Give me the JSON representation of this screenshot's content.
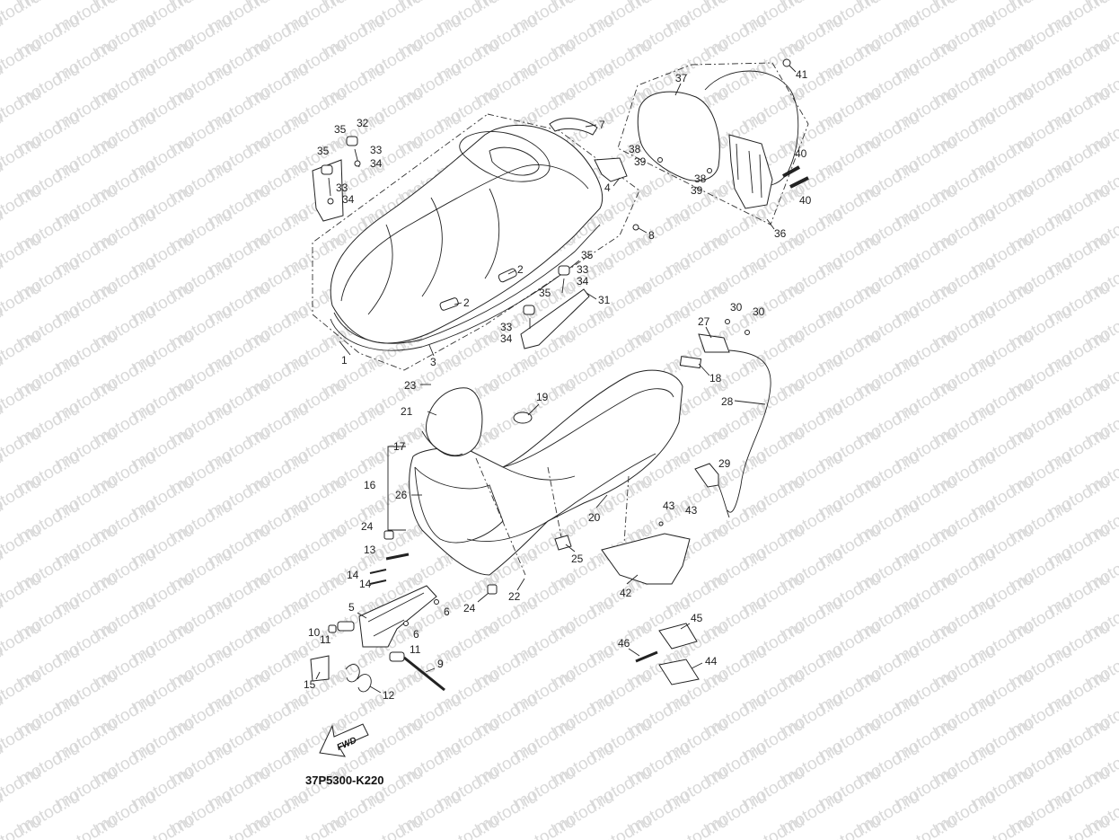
{
  "watermark": "motod.ru",
  "diagram_code": "37P5300-K220",
  "fwd_label": "FWD",
  "callouts": [
    {
      "id": "c1",
      "label": "1"
    },
    {
      "id": "c2a",
      "label": "2"
    },
    {
      "id": "c2b",
      "label": "2"
    },
    {
      "id": "c3",
      "label": "3"
    },
    {
      "id": "c4",
      "label": "4"
    },
    {
      "id": "c5",
      "label": "5"
    },
    {
      "id": "c6a",
      "label": "6"
    },
    {
      "id": "c6b",
      "label": "6"
    },
    {
      "id": "c7",
      "label": "7"
    },
    {
      "id": "c8",
      "label": "8"
    },
    {
      "id": "c9",
      "label": "9"
    },
    {
      "id": "c10",
      "label": "10"
    },
    {
      "id": "c11a",
      "label": "11"
    },
    {
      "id": "c11b",
      "label": "11"
    },
    {
      "id": "c12",
      "label": "12"
    },
    {
      "id": "c13",
      "label": "13"
    },
    {
      "id": "c14a",
      "label": "14"
    },
    {
      "id": "c14b",
      "label": "14"
    },
    {
      "id": "c15",
      "label": "15"
    },
    {
      "id": "c16",
      "label": "16"
    },
    {
      "id": "c17",
      "label": "17"
    },
    {
      "id": "c18",
      "label": "18"
    },
    {
      "id": "c19",
      "label": "19"
    },
    {
      "id": "c20",
      "label": "20"
    },
    {
      "id": "c21",
      "label": "21"
    },
    {
      "id": "c22",
      "label": "22"
    },
    {
      "id": "c23",
      "label": "23"
    },
    {
      "id": "c24a",
      "label": "24"
    },
    {
      "id": "c24b",
      "label": "24"
    },
    {
      "id": "c25",
      "label": "25"
    },
    {
      "id": "c26",
      "label": "26"
    },
    {
      "id": "c27",
      "label": "27"
    },
    {
      "id": "c28",
      "label": "28"
    },
    {
      "id": "c29",
      "label": "29"
    },
    {
      "id": "c30a",
      "label": "30"
    },
    {
      "id": "c30b",
      "label": "30"
    },
    {
      "id": "c31",
      "label": "31"
    },
    {
      "id": "c32",
      "label": "32"
    },
    {
      "id": "c33a",
      "label": "33"
    },
    {
      "id": "c33b",
      "label": "33"
    },
    {
      "id": "c33c",
      "label": "33"
    },
    {
      "id": "c33d",
      "label": "33"
    },
    {
      "id": "c34a",
      "label": "34"
    },
    {
      "id": "c34b",
      "label": "34"
    },
    {
      "id": "c34c",
      "label": "34"
    },
    {
      "id": "c34d",
      "label": "34"
    },
    {
      "id": "c35a",
      "label": "35"
    },
    {
      "id": "c35b",
      "label": "35"
    },
    {
      "id": "c35c",
      "label": "35"
    },
    {
      "id": "c35d",
      "label": "35"
    },
    {
      "id": "c36",
      "label": "36"
    },
    {
      "id": "c37",
      "label": "37"
    },
    {
      "id": "c38a",
      "label": "38"
    },
    {
      "id": "c38b",
      "label": "38"
    },
    {
      "id": "c39a",
      "label": "39"
    },
    {
      "id": "c39b",
      "label": "39"
    },
    {
      "id": "c40a",
      "label": "40"
    },
    {
      "id": "c40b",
      "label": "40"
    },
    {
      "id": "c41",
      "label": "41"
    },
    {
      "id": "c42",
      "label": "42"
    },
    {
      "id": "c43a",
      "label": "43"
    },
    {
      "id": "c43b",
      "label": "43"
    },
    {
      "id": "c44",
      "label": "44"
    },
    {
      "id": "c45",
      "label": "45"
    },
    {
      "id": "c46",
      "label": "46"
    }
  ]
}
